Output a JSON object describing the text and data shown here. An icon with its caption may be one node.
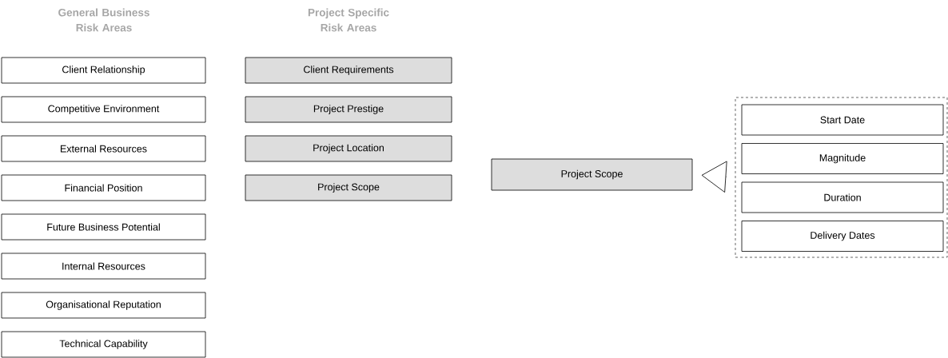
{
  "diagram": {
    "nodes": [
      {
        "text": [
          "Client Relationship"
        ]
      },
      {
        "text": [
          "Competitive Environment"
        ]
      },
      {
        "text": [
          "External Resources"
        ]
      },
      {
        "text": [
          "Financial Position"
        ]
      },
      {
        "text": [
          "Future Business Potential"
        ]
      },
      {
        "text": [
          "Internal Resources"
        ]
      },
      {
        "text": [
          "Organisational Reputation"
        ]
      },
      {
        "text": [
          "Technical Capability"
        ]
      },
      {
        "text": [
          "Client Requirements"
        ]
      },
      {
        "text": [
          "Project Prestige"
        ]
      },
      {
        "text": [
          "Project Location"
        ]
      },
      {
        "text": [
          "Project Scope"
        ]
      },
      {
        "text": [
          "Project Scope"
        ]
      },
      {
        "text": [],
        "shape": "box"
      },
      {
        "text": [
          "Start Date"
        ],
        "in": 13
      },
      {
        "text": [
          "Magnitude"
        ],
        "in": 13
      },
      {
        "text": [
          "Duration"
        ],
        "in": 13
      },
      {
        "text": [
          "Delivery Dates"
        ],
        "in": 13
      }
    ],
    "edges": [
      {
        "from": 13,
        "to": 12,
        "arrow": "to"
      }
    ],
    "labels": [
      "General Business Risk Areas",
      "Project Specific Risk Areas"
    ]
  }
}
